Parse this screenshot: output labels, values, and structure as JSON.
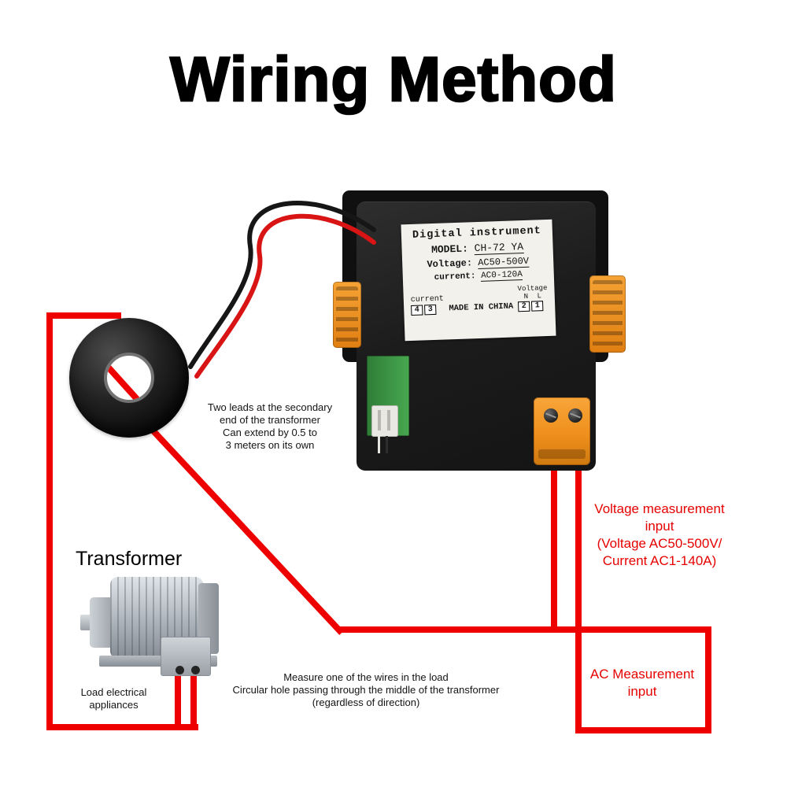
{
  "title": "Wiring Method",
  "device": {
    "label": {
      "title": "Digital instrument",
      "model_label": "MODEL:",
      "model_value": "CH-72 YA",
      "voltage_label": "Voltage:",
      "voltage_value": "AC50-500V",
      "current_label": "current:",
      "current_value": "AC0-120A",
      "bottom_current_label": "current",
      "made_in": "MADE IN CHINA",
      "bottom_voltage_label": "Voltage",
      "n": "N",
      "l": "L",
      "boxes_current": [
        "4",
        "3"
      ],
      "boxes_voltage": [
        "2",
        "1"
      ]
    }
  },
  "annotations": {
    "secondary_leads": {
      "lines": [
        "Two leads at the secondary",
        "end of the transformer",
        "Can extend by 0.5 to",
        "3 meters on its own"
      ]
    },
    "transformer_title": "Transformer",
    "load_label": {
      "lines": [
        "Load electrical",
        "appliances"
      ]
    },
    "measure_note": {
      "lines": [
        "Measure one of the wires in the load",
        "Circular hole passing through the middle of the transformer",
        "(regardless of direction)"
      ]
    },
    "voltage_input": {
      "lines": [
        "Voltage measurement",
        "input",
        "(Voltage AC50-500V/",
        "Current AC1-140A)"
      ]
    },
    "ac_input": {
      "lines": [
        "AC Measurement",
        "input"
      ]
    }
  },
  "colors": {
    "wire_red": "#ee0000",
    "annotation_red": "#e60000",
    "device_black": "#161616",
    "clip_orange": "#ef8f1c",
    "pcb_green": "#3f9c46"
  }
}
